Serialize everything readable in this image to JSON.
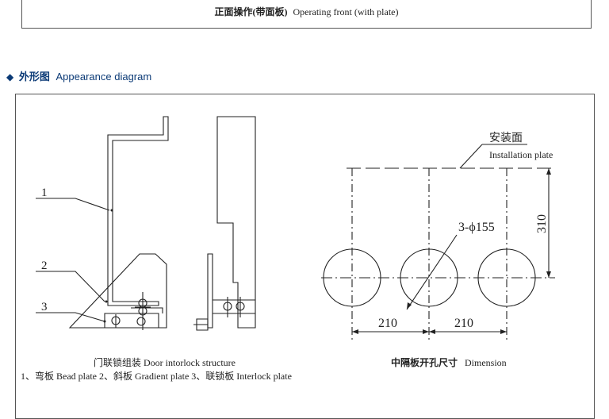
{
  "top_caption": {
    "cn": "正面操作(带面板)",
    "en": "Operating front (with plate)"
  },
  "section": {
    "bullet": "◆",
    "title_cn": "外形图",
    "title_en": "Appearance diagram"
  },
  "door_interlock": {
    "callouts": [
      "1",
      "2",
      "3"
    ],
    "caption": "门联锁组装 Door intorlock structure",
    "legend": "1、弯板 Bead plate 2、斜板 Gradient plate 3、联锁板 Interlock plate"
  },
  "dimension": {
    "mounting_cn": "安装面",
    "mounting_en": "Installation plate",
    "holes_label": "3-ϕ155",
    "spacing_left": "210",
    "spacing_right": "210",
    "height_label": "310",
    "caption_cn": "中隔板开孔尺寸",
    "caption_en": "Dimension"
  }
}
